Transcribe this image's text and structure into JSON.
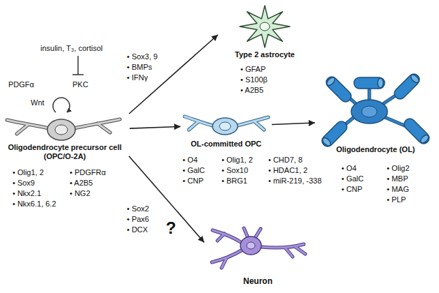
{
  "diagram": {
    "nodes": [
      {
        "text": [
          "Oligodendrocyte precursor cell (OPC/O-2A)"
        ]
      },
      {
        "text": [
          "Type 2 astrocyte"
        ]
      },
      {
        "text": [
          "OL-committed OPC"
        ]
      },
      {
        "text": [
          "Oligodendrocyte (OL)"
        ]
      },
      {
        "text": [
          "Neuron"
        ]
      }
    ],
    "edges": [
      {
        "from": 0,
        "to": 1,
        "arrow": "to"
      },
      {
        "from": 0,
        "to": 2,
        "arrow": "to"
      },
      {
        "from": 2,
        "to": 3,
        "arrow": "to"
      },
      {
        "from": 0,
        "to": 4,
        "arrow": "to"
      }
    ],
    "labels": [
      "insulin, T₃, cortisol",
      "PDGFα",
      "PKC",
      "Wnt",
      "• Olig1, 2",
      "• Sox9",
      "• Nkx2.1",
      "• Nkx6.1, 6.2",
      "• PDGFRα",
      "• A2B5",
      "• NG2",
      "• Sox3, 9",
      "• BMPs",
      "• IFNγ",
      "• GFAP",
      "• S100β",
      "• A2B5",
      "• O4",
      "• GalC",
      "• CNP",
      "• Olig1, 2",
      "• Sox10",
      "• BRG1",
      "• CHD7, 8",
      "• HDAC1, 2",
      "• miR-219, -338",
      "• O4",
      "• GalC",
      "• CNP",
      "• Olig2",
      "• MBP",
      "• MAG",
      "• PLP",
      "• Sox2",
      "• Pax6",
      "• DCX",
      "?"
    ]
  }
}
